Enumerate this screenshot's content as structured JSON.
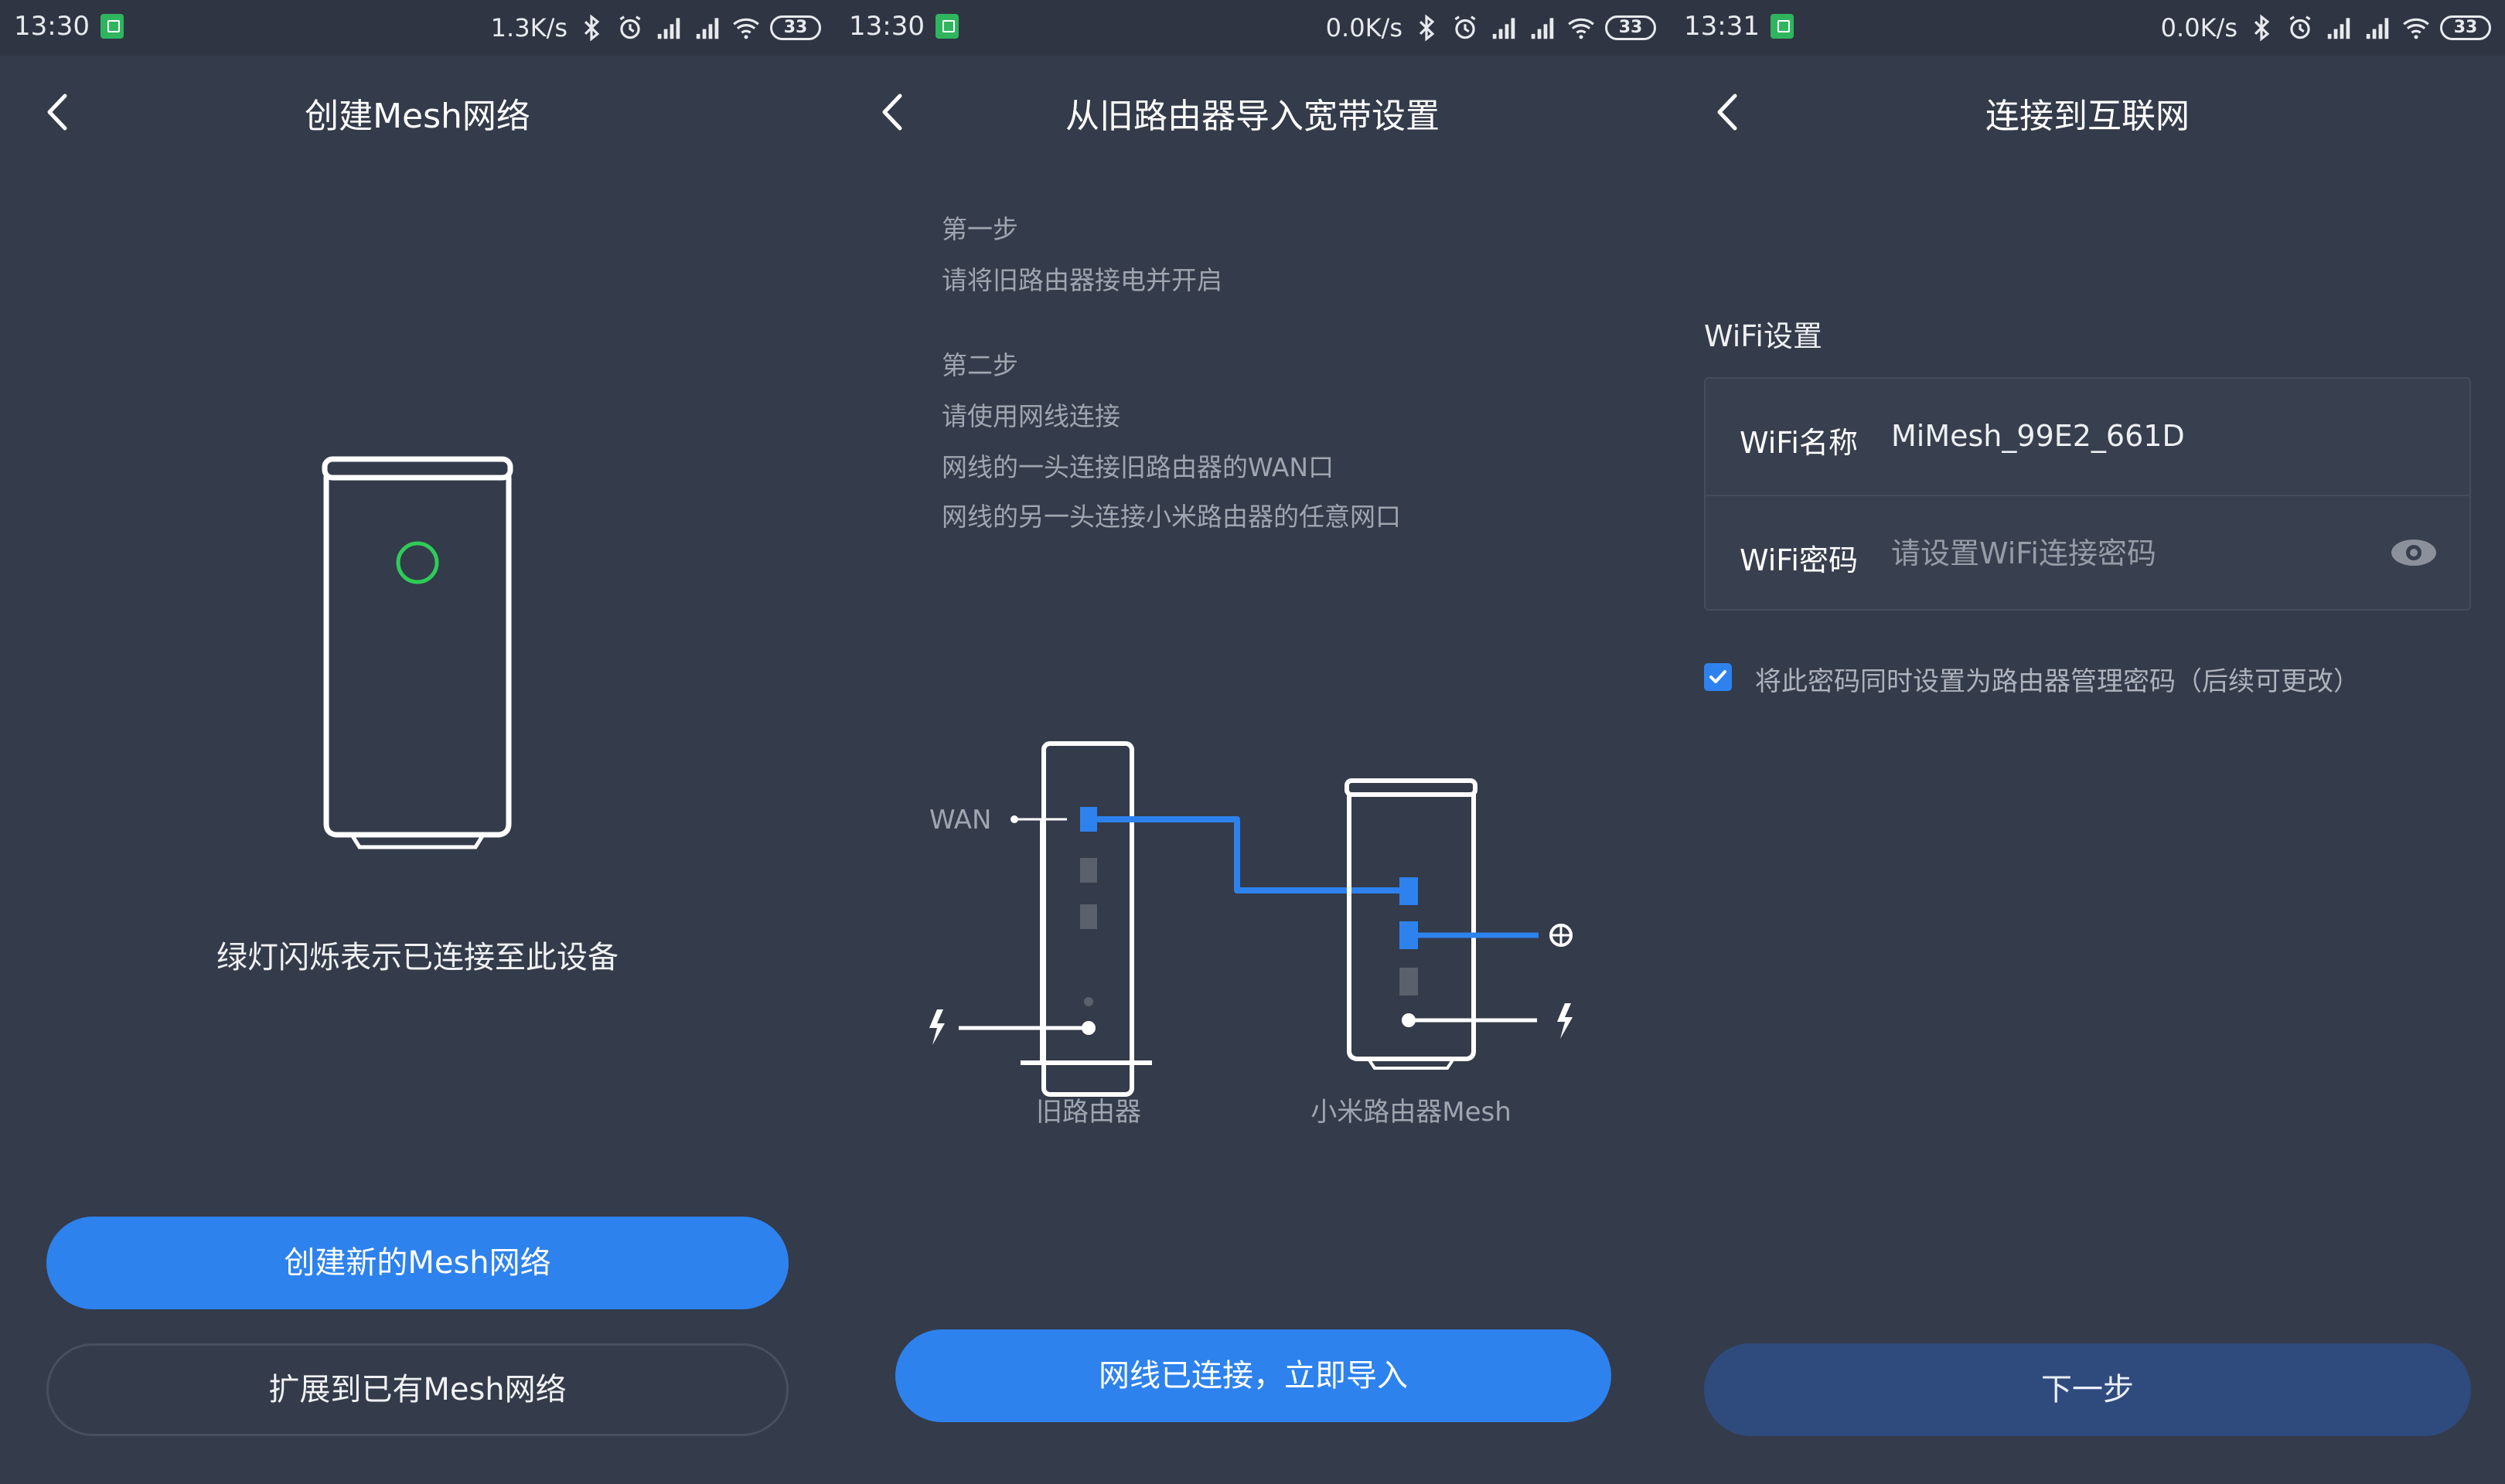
{
  "colors": {
    "background": "#343b4a",
    "accent": "#2d82ee",
    "status_bar": "#2f3543",
    "led_green": "#2ecc57",
    "next_button": "#2f4a7d"
  },
  "panels": [
    {
      "status": {
        "time": "13:30",
        "speed": "1.3K/s",
        "battery": "33"
      },
      "title": "创建Mesh网络",
      "caption": "绿灯闪烁表示已连接至此设备",
      "primary_button": "创建新的Mesh网络",
      "secondary_button": "扩展到已有Mesh网络"
    },
    {
      "status": {
        "time": "13:30",
        "speed": "0.0K/s",
        "battery": "33"
      },
      "title": "从旧路由器导入宽带设置",
      "steps": [
        {
          "heading": "第一步",
          "lines": [
            "请将旧路由器接电并开启"
          ]
        },
        {
          "heading": "第二步",
          "lines": [
            "请使用网线连接",
            "网线的一头连接旧路由器的WAN口",
            "网线的另一头连接小米路由器的任意网口"
          ]
        }
      ],
      "diagram": {
        "wan_label": "WAN",
        "old_router_label": "旧路由器",
        "new_router_label": "小米路由器Mesh"
      },
      "primary_button": "网线已连接，立即导入"
    },
    {
      "status": {
        "time": "13:31",
        "speed": "0.0K/s",
        "battery": "33"
      },
      "title": "连接到互联网",
      "section_title": "WiFi设置",
      "fields": [
        {
          "label": "WiFi名称",
          "value": "MiMesh_99E2_661D"
        },
        {
          "label": "WiFi密码",
          "value": "",
          "placeholder": "请设置WiFi连接密码",
          "icon": "eye-icon"
        }
      ],
      "checkbox": {
        "checked": true,
        "label": "将此密码同时设置为路由器管理密码（后续可更改）"
      },
      "next_button": "下一步"
    }
  ]
}
